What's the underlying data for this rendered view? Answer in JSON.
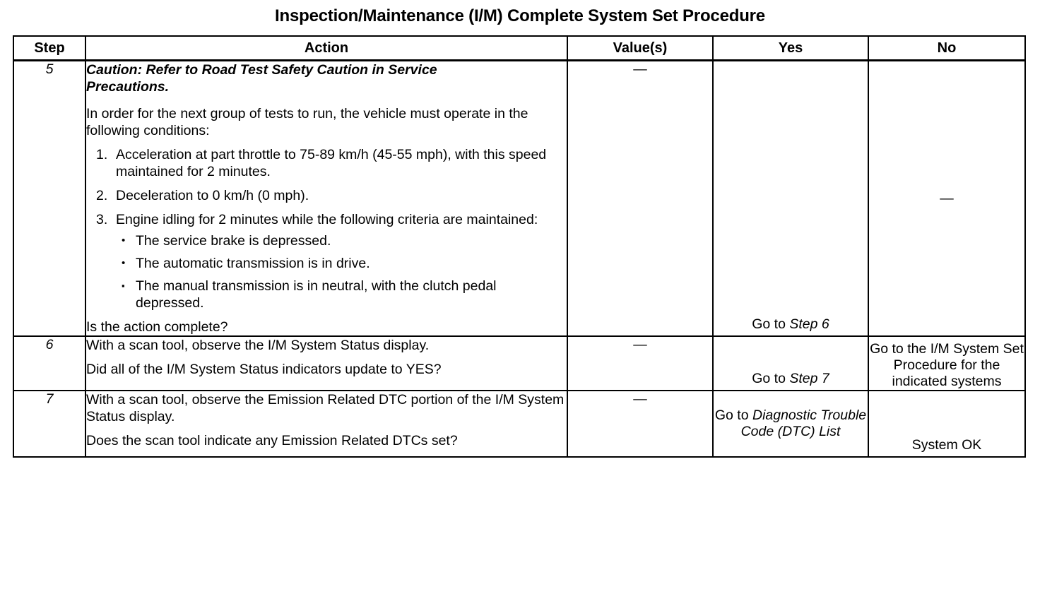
{
  "document": {
    "title": "Inspection/Maintenance (I/M) Complete System Set Procedure"
  },
  "table": {
    "headers": {
      "step": "Step",
      "action": "Action",
      "values": "Value(s)",
      "yes": "Yes",
      "no": "No"
    },
    "rows": [
      {
        "step": "5",
        "action": {
          "caution_label": "Caution:",
          "caution_text": "Refer to Road Test Safety Caution in Service Precautions.",
          "intro": "In order for the next group of tests to run, the vehicle must operate in the following conditions:",
          "items": [
            {
              "num": "1.",
              "text": "Acceleration at part throttle to 75-89 km/h (45-55 mph), with this speed maintained for 2 minutes."
            },
            {
              "num": "2.",
              "text": "Deceleration to 0 km/h (0 mph)."
            },
            {
              "num": "3.",
              "text": "Engine idling for 2 minutes while the following criteria are maintained:",
              "bullets": [
                {
                  "glyph": "•",
                  "shape": "round",
                  "text": "The service brake is depressed."
                },
                {
                  "glyph": "•",
                  "shape": "round",
                  "text": "The automatic transmission is in drive."
                },
                {
                  "glyph": "▪",
                  "shape": "square",
                  "text": "The manual transmission is in neutral, with the clutch pedal depressed."
                }
              ]
            }
          ],
          "question": "Is the action complete?"
        },
        "value": "—",
        "yes_prefix": "Go to ",
        "yes_ref": "Step 6",
        "no": "—"
      },
      {
        "step": "6",
        "action": {
          "line1": "With a scan tool, observe the I/M System Status display.",
          "line2": "Did all of the I/M System Status indicators update to YES?"
        },
        "value": "—",
        "yes_prefix": "Go to ",
        "yes_ref": "Step 7",
        "no": "Go to the I/M System Set Procedure for the indicated systems"
      },
      {
        "step": "7",
        "action": {
          "line1": "With a scan tool, observe the Emission Related DTC portion of the I/M System Status display.",
          "line2": "Does the scan tool indicate any Emission Related DTCs set?"
        },
        "value": "—",
        "yes_prefix": "Go to ",
        "yes_ref": "Diagnostic Trouble Code (DTC) List",
        "no": "System OK"
      }
    ]
  },
  "colors": {
    "ink": "#000000",
    "paper": "#ffffff"
  }
}
